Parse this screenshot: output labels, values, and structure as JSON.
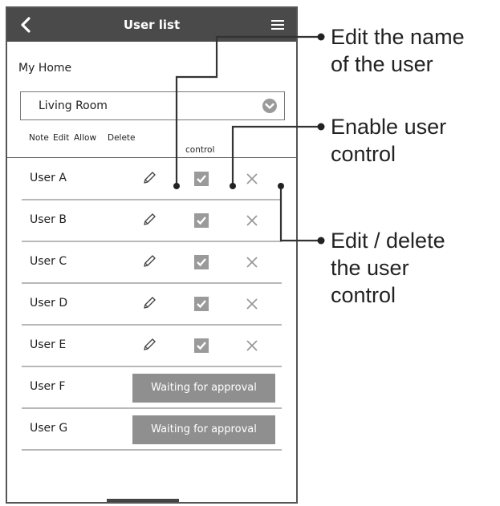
{
  "header": {
    "title": "User list",
    "back_icon": "chevron-left-icon",
    "menu_icon": "hamburger-menu-icon"
  },
  "home": {
    "label": "My Home"
  },
  "room_select": {
    "value": "Living Room",
    "icon": "chevron-down-circle-icon"
  },
  "columns": {
    "note": "Note",
    "edit": "Edit",
    "allow": "Allow",
    "delete": "Delete",
    "control": "control"
  },
  "users": [
    {
      "name": "User A",
      "status": "approved",
      "control_enabled": true
    },
    {
      "name": "User B",
      "status": "approved",
      "control_enabled": true
    },
    {
      "name": "User C",
      "status": "approved",
      "control_enabled": true
    },
    {
      "name": "User D",
      "status": "approved",
      "control_enabled": true
    },
    {
      "name": "User E",
      "status": "approved",
      "control_enabled": true
    },
    {
      "name": "User F",
      "status": "waiting",
      "waiting_label": "Waiting for approval"
    },
    {
      "name": "User G",
      "status": "waiting",
      "waiting_label": "Waiting for approval"
    }
  ],
  "annotations": {
    "edit_name": [
      "Edit the name",
      "of the user"
    ],
    "enable_control": [
      "Enable user",
      "control"
    ],
    "edit_delete": [
      "Edit / delete",
      "the user",
      "control"
    ]
  },
  "colors": {
    "titlebar": "#4a4a4a",
    "waiting_button": "#8f8f8f",
    "checkbox": "#9a9a9a"
  }
}
